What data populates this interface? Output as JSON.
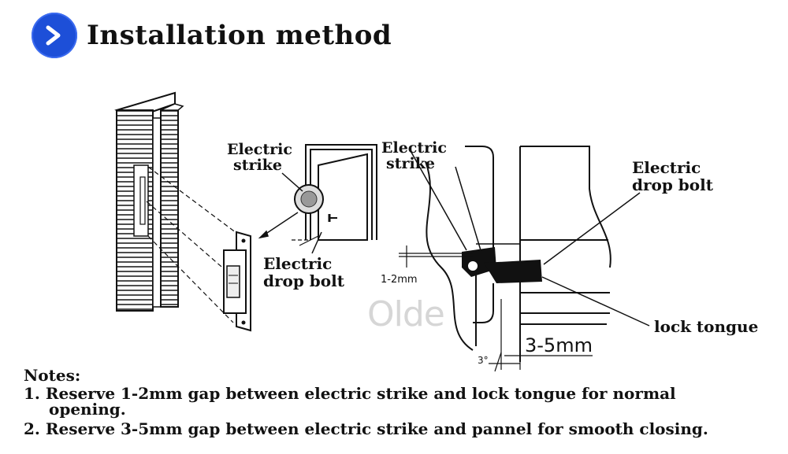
{
  "header": {
    "title": "Installation method",
    "badge_icon": "chevron-right-icon",
    "badge_color": "#1d4fd8"
  },
  "labels": {
    "strike_left": [
      "Electric",
      "strike"
    ],
    "drop_bolt_left": [
      "Electric",
      "drop bolt"
    ],
    "strike_center": [
      "Electric",
      "strike"
    ],
    "drop_bolt_right": [
      "Electric",
      "drop bolt"
    ],
    "lock_tongue": "lock tongue",
    "gap_small": "1-2mm",
    "gap_large": "3-5mm",
    "angle": "3°",
    "watermark": "Olde"
  },
  "notes": {
    "heading": "Notes:",
    "note1_line1": "1. Reserve 1-2mm gap between electric strike and lock tongue for normal",
    "note1_line2": "opening.",
    "note2": "2. Reserve 3-5mm gap between electric strike and pannel for smooth closing."
  }
}
